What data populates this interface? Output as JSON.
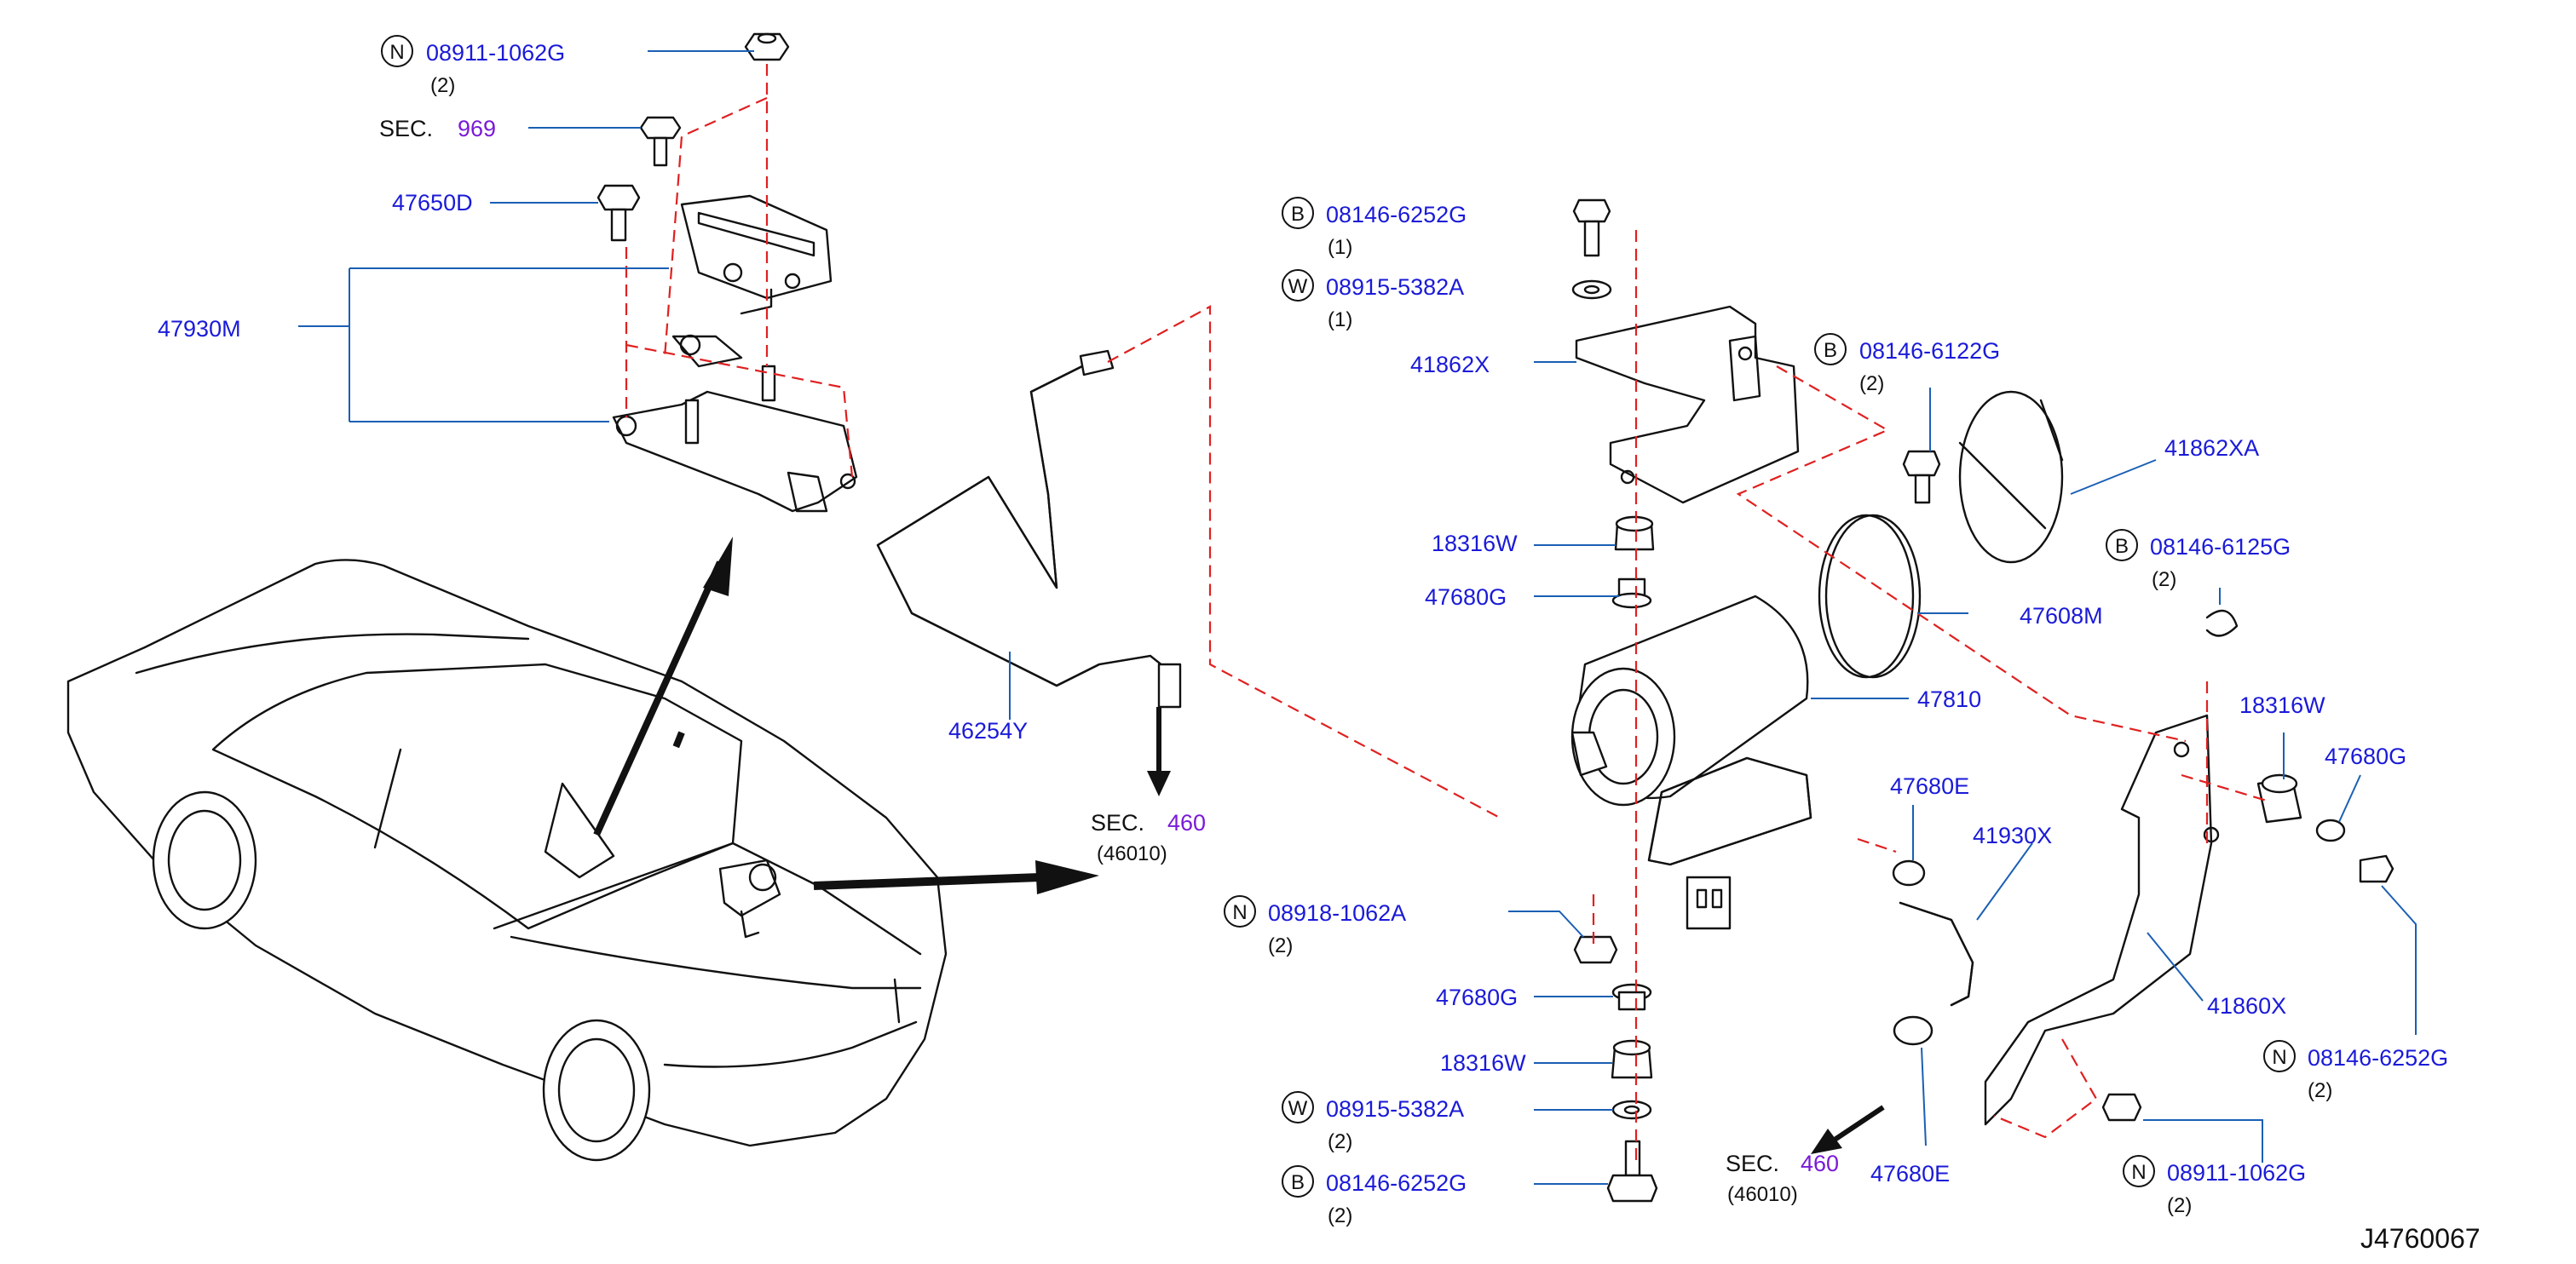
{
  "parts": {
    "p08911_top": {
      "prefix": "N",
      "number": "08911-1062G",
      "qty": "(2)"
    },
    "sec969": {
      "sec_label": "SEC.",
      "sec_number": "969"
    },
    "p47650D": {
      "number": "47650D"
    },
    "p47930M": {
      "number": "47930M"
    },
    "p46254Y": {
      "number": "46254Y"
    },
    "sec460_a": {
      "sec_label": "SEC.",
      "sec_number": "460",
      "sub": "(46010)"
    },
    "p08146_6252G_top": {
      "prefix": "B",
      "number": "08146-6252G",
      "qty": "(1)"
    },
    "p08915_top": {
      "prefix": "W",
      "number": "08915-5382A",
      "qty": "(1)"
    },
    "p41862X": {
      "number": "41862X"
    },
    "p08146_6122G": {
      "prefix": "B",
      "number": "08146-6122G",
      "qty": "(2)"
    },
    "p41862XA": {
      "number": "41862XA"
    },
    "p08146_6125G": {
      "prefix": "B",
      "number": "08146-6125G",
      "qty": "(2)"
    },
    "p47608M": {
      "number": "47608M"
    },
    "p18316W_a": {
      "number": "18316W"
    },
    "p47680G_a": {
      "number": "47680G"
    },
    "p47810": {
      "number": "47810"
    },
    "p18316W_r": {
      "number": "18316W"
    },
    "p47680G_r": {
      "number": "47680G"
    },
    "p47680E_a": {
      "number": "47680E"
    },
    "p41930X": {
      "number": "41930X"
    },
    "p08918": {
      "prefix": "N",
      "number": "08918-1062A",
      "qty": "(2)"
    },
    "p41860X": {
      "number": "41860X"
    },
    "p47680G_b": {
      "number": "47680G"
    },
    "p18316W_b": {
      "number": "18316W"
    },
    "p08146_6252G_r": {
      "prefix": "N",
      "number": "08146-6252G",
      "qty": "(2)"
    },
    "p08915_bot": {
      "prefix": "W",
      "number": "08915-5382A",
      "qty": "(2)"
    },
    "sec460_b": {
      "sec_label": "SEC.",
      "sec_number": "460",
      "sub": "(46010)"
    },
    "p47680E_b": {
      "number": "47680E"
    },
    "p08146_6252G_bot": {
      "prefix": "B",
      "number": "08146-6252G",
      "qty": "(2)"
    },
    "p08911_bot": {
      "prefix": "N",
      "number": "08911-1062G",
      "qty": "(2)"
    }
  },
  "diagram_ref": "J4760067",
  "colors": {
    "part_number": "#1a1ad8",
    "section_number": "#7a1ad8",
    "leader": "#1a5fb4",
    "dashed": "#e02020"
  }
}
